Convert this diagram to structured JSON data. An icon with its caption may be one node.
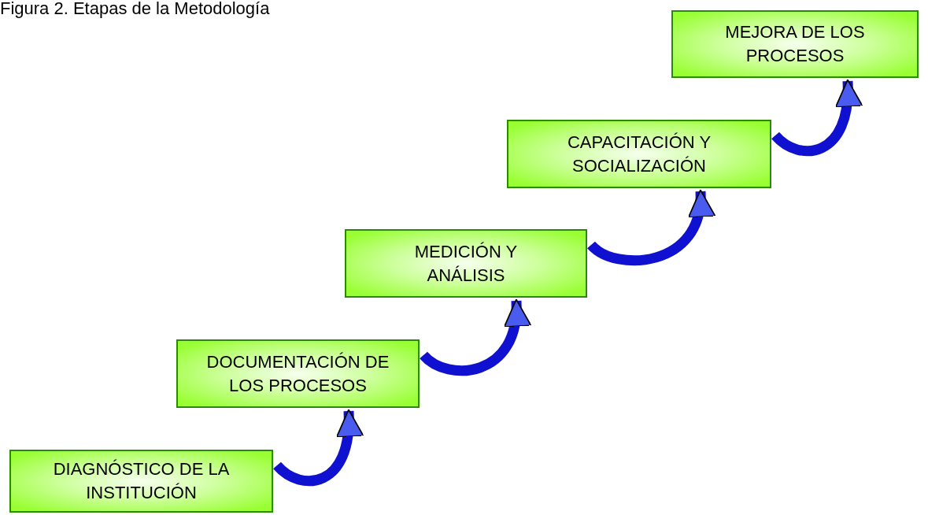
{
  "diagram": {
    "title": "Figura 2. Etapas de la Metodología",
    "nodes": [
      {
        "text": [
          "DIAGNÓSTICO DE LA INSTITUCIÓN"
        ]
      },
      {
        "text": [
          "DOCUMENTACIÓN DE LOS PROCESOS"
        ]
      },
      {
        "text": [
          "MEDICIÓN Y ANÁLISIS"
        ]
      },
      {
        "text": [
          "CAPACITACIÓN Y SOCIALIZACIÓN"
        ]
      },
      {
        "text": [
          "MEJORA DE LOS PROCESOS"
        ]
      }
    ],
    "edges": [
      {
        "from": 0,
        "to": 1,
        "arrow": "to"
      },
      {
        "from": 1,
        "to": 2,
        "arrow": "to"
      },
      {
        "from": 2,
        "to": 3,
        "arrow": "to"
      },
      {
        "from": 3,
        "to": 4,
        "arrow": "to"
      }
    ]
  }
}
